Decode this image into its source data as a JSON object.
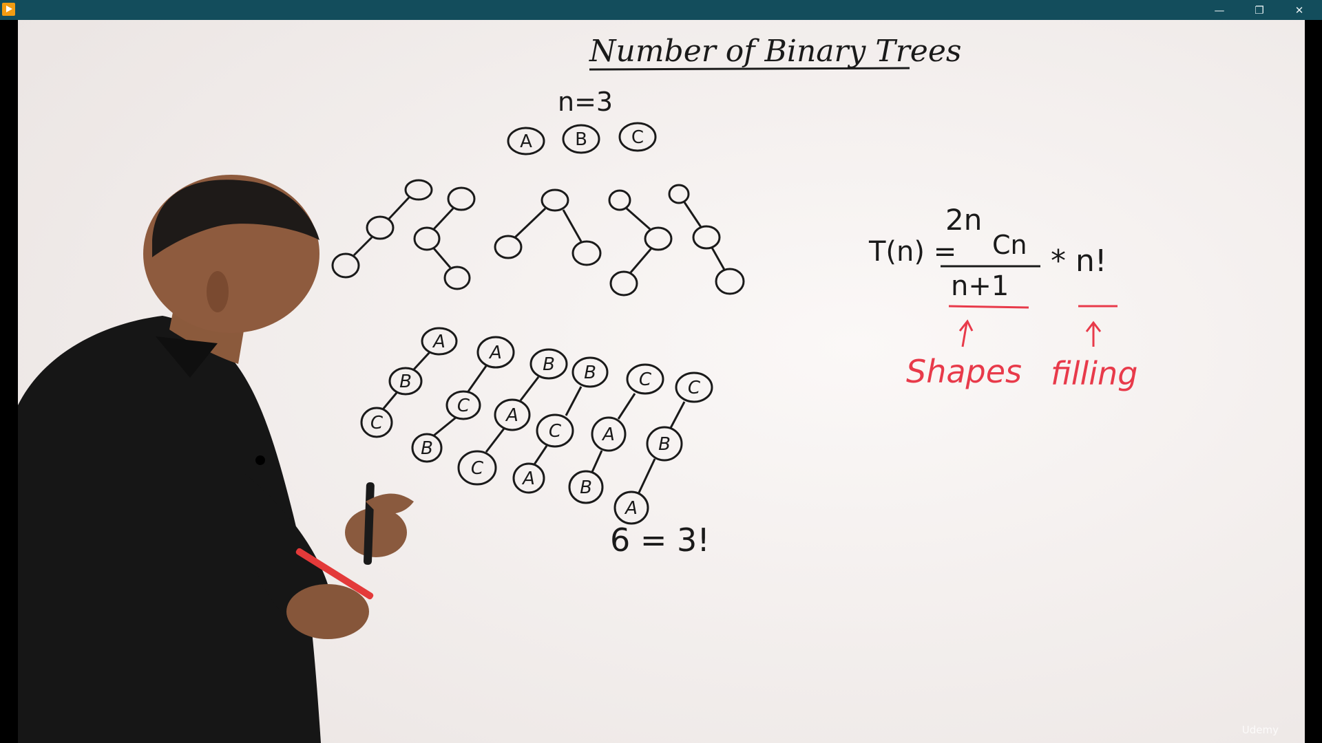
{
  "window": {
    "minimize_glyph": "—",
    "restore_glyph": "❐",
    "close_glyph": "✕"
  },
  "video": {
    "watermark": "Udemy"
  },
  "board": {
    "title": "Number of Binary Trees",
    "n_label": "n=3",
    "node_labels": [
      "A",
      "B",
      "C"
    ],
    "formula": {
      "lhs": "T(n) =",
      "numerator": "2n",
      "numerator_sub": "Cn",
      "denominator": "n+1",
      "times": "* n!"
    },
    "shapes_label": "Shapes",
    "filling_label": "filling",
    "count_equation": "6 = 3!",
    "colors": {
      "ink_black": "#1a1a1a",
      "ink_red": "#e83a4a",
      "board": "#f3efee",
      "titlebar": "#134d5c"
    }
  }
}
